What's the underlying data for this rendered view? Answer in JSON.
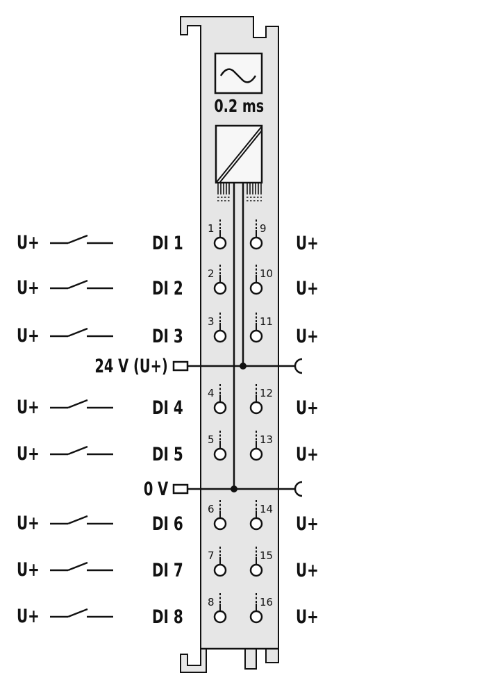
{
  "module": {
    "filter_symbol": "sine-wave-filter",
    "filter_time": "0.2 ms",
    "isolation_symbol": "optocoupler-isolation"
  },
  "inputs": [
    {
      "source": "U+",
      "channel": "DI 1",
      "pin_left": "1",
      "pin_right": "9",
      "right_label": "U+"
    },
    {
      "source": "U+",
      "channel": "DI 2",
      "pin_left": "2",
      "pin_right": "10",
      "right_label": "U+"
    },
    {
      "source": "U+",
      "channel": "DI 3",
      "pin_left": "3",
      "pin_right": "11",
      "right_label": "U+"
    },
    {
      "source": "U+",
      "channel": "DI 4",
      "pin_left": "4",
      "pin_right": "12",
      "right_label": "U+"
    },
    {
      "source": "U+",
      "channel": "DI 5",
      "pin_left": "5",
      "pin_right": "13",
      "right_label": "U+"
    },
    {
      "source": "U+",
      "channel": "DI 6",
      "pin_left": "6",
      "pin_right": "14",
      "right_label": "U+"
    },
    {
      "source": "U+",
      "channel": "DI 7",
      "pin_left": "7",
      "pin_right": "15",
      "right_label": "U+"
    },
    {
      "source": "U+",
      "channel": "DI 8",
      "pin_left": "8",
      "pin_right": "16",
      "right_label": "U+"
    }
  ],
  "power_rails": [
    {
      "label": "24 V (U+)",
      "name": "supply-24v"
    },
    {
      "label": "0 V",
      "name": "supply-0v"
    }
  ],
  "colors": {
    "module_fill": "#e6e6e6",
    "line": "#111111",
    "symbol_fill": "#f7f7f7"
  }
}
